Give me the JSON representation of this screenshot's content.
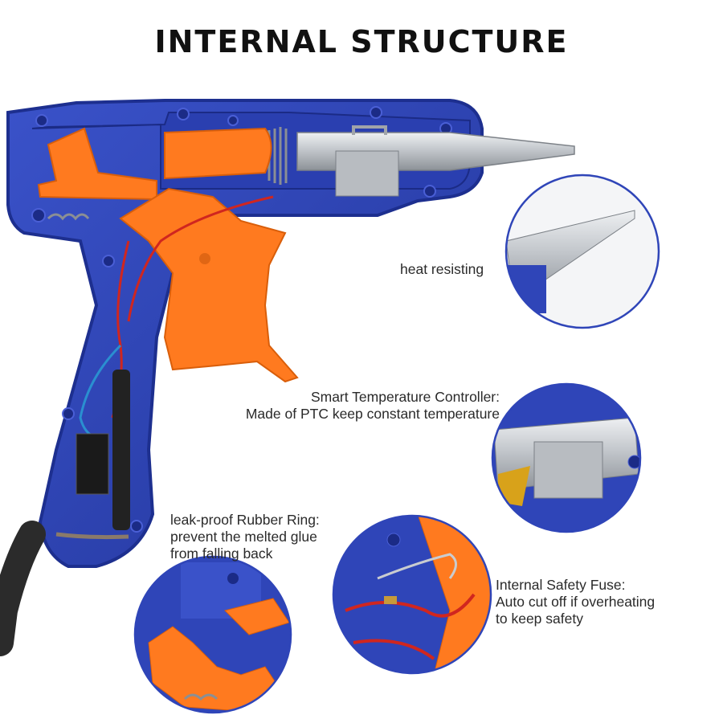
{
  "title": "INTERNAL STRUCTURE",
  "colors": {
    "housing_blue": "#2f45b8",
    "housing_blue_dark": "#1d2f8f",
    "trigger_orange": "#ff7a1f",
    "metal_silver": "#c9ccd0",
    "wire_red": "#d0261f",
    "cable_black": "#2b2b2b"
  },
  "callouts": {
    "heat_resisting": {
      "line1": "heat resisting"
    },
    "temperature_controller": {
      "line1": "Smart Temperature Controller:",
      "line2": "Made of PTC keep constant temperature"
    },
    "rubber_ring": {
      "line1": "leak-proof Rubber Ring:",
      "line2": "prevent the melted glue",
      "line3": "from falling back"
    },
    "safety_fuse": {
      "line1": "Internal Safety Fuse:",
      "line2": "Auto cut off if overheating",
      "line3": "to keep safety"
    }
  }
}
